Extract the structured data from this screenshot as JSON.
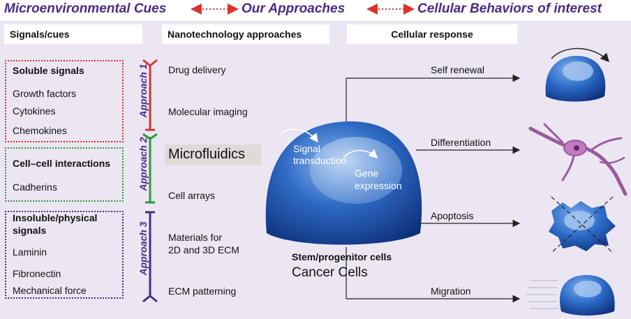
{
  "header": {
    "left": "Microenvironmental Cues",
    "middle": "Our Approaches",
    "right": "Cellular Behaviors of interest"
  },
  "columns": {
    "signals": "Signals/cues",
    "approaches": "Nanotechnology approaches",
    "response": "Cellular response"
  },
  "signals": {
    "soluble": {
      "title": "Soluble signals",
      "items": [
        "Growth factors",
        "Cytokines",
        "Chemokines"
      ],
      "color": "#d9342b"
    },
    "cell_cell": {
      "title": "Cell–cell interactions",
      "items": [
        "Cadherins"
      ],
      "color": "#2b9a3c"
    },
    "insoluble": {
      "title_line1": "Insoluble/physical",
      "title_line2": "signals",
      "items": [
        "Laminin",
        "Fibronectin",
        "Mechanical force"
      ],
      "color": "#4b2a86"
    }
  },
  "approaches": {
    "labels": [
      "Approach 1",
      "Approach 2",
      "Approach 3"
    ],
    "items": {
      "drug_delivery": "Drug delivery",
      "molecular_imaging": "Molecular imaging",
      "microfluidics": "Microfluidics",
      "cell_arrays": "Cell arrays",
      "materials_line1": "Materials for",
      "materials_line2": "2D and 3D ECM",
      "ecm_patterning": "ECM patterning"
    }
  },
  "cell": {
    "signal_line1": "Signal",
    "signal_line2": "transduction",
    "gene_line1": "Gene",
    "gene_line2": "expression",
    "caption": "Stem/progenitor cells",
    "caption2": "Cancer Cells"
  },
  "responses": [
    "Self renewal",
    "Differentiation",
    "Apoptosis",
    "Migration"
  ],
  "colors": {
    "header_text": "#4b2a86",
    "arrow": "#d9342b",
    "panel_bg": "#ece6f3",
    "cell_blue": "#2a5fb8"
  }
}
